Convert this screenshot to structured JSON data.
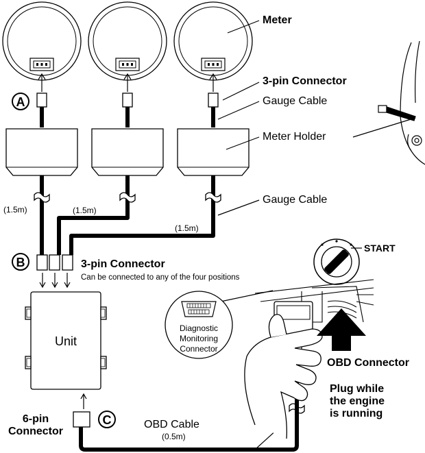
{
  "labels": {
    "meter": "Meter",
    "three_pin_connector_top": "3-pin Connector",
    "gauge_cable_top": "Gauge Cable",
    "meter_holder": "Meter Holder",
    "gauge_cable_mid": "Gauge Cable",
    "three_pin_connector_b": "3-pin Connector",
    "connect_note": "Can be connected to any of the four positions",
    "unit": "Unit",
    "start": "START",
    "diag_line1": "Diagnostic",
    "diag_line2": "Monitoring",
    "diag_line3": "Connector",
    "obd_connector": "OBD Connector",
    "plug_line1": "Plug while",
    "plug_line2": "the engine",
    "plug_line3": "is running",
    "six_pin_line1": "6-pin",
    "six_pin_line2": "Connector",
    "obd_cable": "OBD Cable",
    "len_obd": "(0.5m)",
    "len_a": "(1.5m)",
    "len_b": "(1.5m)",
    "len_c": "(1.5m)"
  },
  "markers": {
    "a": "A",
    "b": "B",
    "c": "C"
  }
}
